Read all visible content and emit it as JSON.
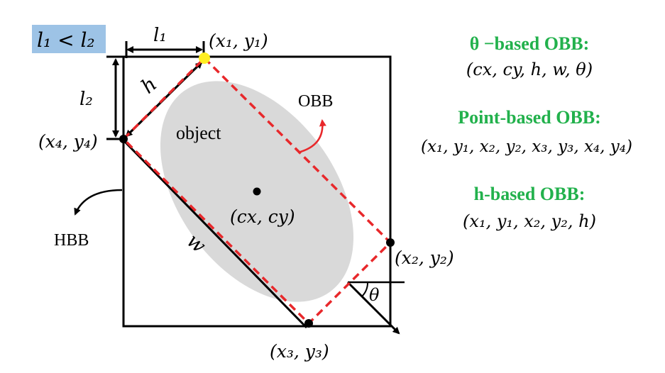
{
  "diagram": {
    "condition_label": "l₁ < l₂",
    "side_label_l1": "l₁",
    "side_label_l2": "l₂",
    "side_label_h": "h",
    "side_label_w": "w",
    "angle_label": "θ",
    "object_label": "object",
    "center_label": "(cx, cy)",
    "obb_label": "OBB",
    "hbb_label": "HBB",
    "points": {
      "p1": "(x₁, y₁)",
      "p2": "(x₂, y₂)",
      "p3": "(x₃, y₃)",
      "p4": "(x₄, y₄)"
    }
  },
  "legend": {
    "theta_title": "θ −based OBB:",
    "theta_tuple": "(cx, cy, h, w, θ)",
    "point_title": "Point-based OBB:",
    "point_tuple": "(x₁, y₁, x₂, y₂, x₃, y₃, x₄, y₄)",
    "h_title": "h-based OBB:",
    "h_tuple": "(x₁, y₁, x₂, y₂, h)"
  },
  "colors": {
    "title_green": "#22b14c",
    "obb_red": "#e8282b",
    "highlight_blue": "#9dc3e6",
    "object_gray": "#d9d9d9",
    "vertex_yellow": "#ffee22"
  }
}
